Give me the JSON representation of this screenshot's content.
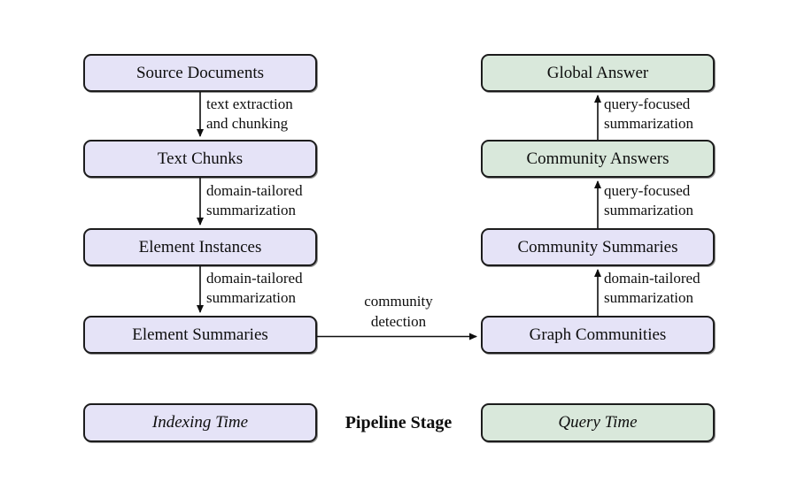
{
  "diagram": {
    "colors": {
      "indexing_fill": "#e5e3f7",
      "query_fill": "#d9e8db",
      "box_border": "#1c1c1c",
      "ink": "#0e0e0e",
      "bg": "#ffffff"
    },
    "left_column": {
      "boxes": [
        {
          "label": "Source Documents"
        },
        {
          "label": "Text Chunks"
        },
        {
          "label": "Element Instances"
        },
        {
          "label": "Element Summaries"
        }
      ],
      "edge_labels": [
        {
          "line1": "text extraction",
          "line2": "and chunking"
        },
        {
          "line1": "domain-tailored",
          "line2": "summarization"
        },
        {
          "line1": "domain-tailored",
          "line2": "summarization"
        }
      ]
    },
    "right_column": {
      "boxes": [
        {
          "label": "Global Answer"
        },
        {
          "label": "Community Answers"
        },
        {
          "label": "Community Summaries"
        },
        {
          "label": "Graph Communities"
        }
      ],
      "edge_labels": [
        {
          "line1": "query-focused",
          "line2": "summarization"
        },
        {
          "line1": "query-focused",
          "line2": "summarization"
        },
        {
          "line1": "domain-tailored",
          "line2": "summarization"
        }
      ]
    },
    "cross_edge": {
      "line1": "community",
      "line2": "detection"
    },
    "legend": {
      "indexing": "Indexing Time",
      "stage": "Pipeline Stage",
      "query": "Query Time"
    }
  }
}
